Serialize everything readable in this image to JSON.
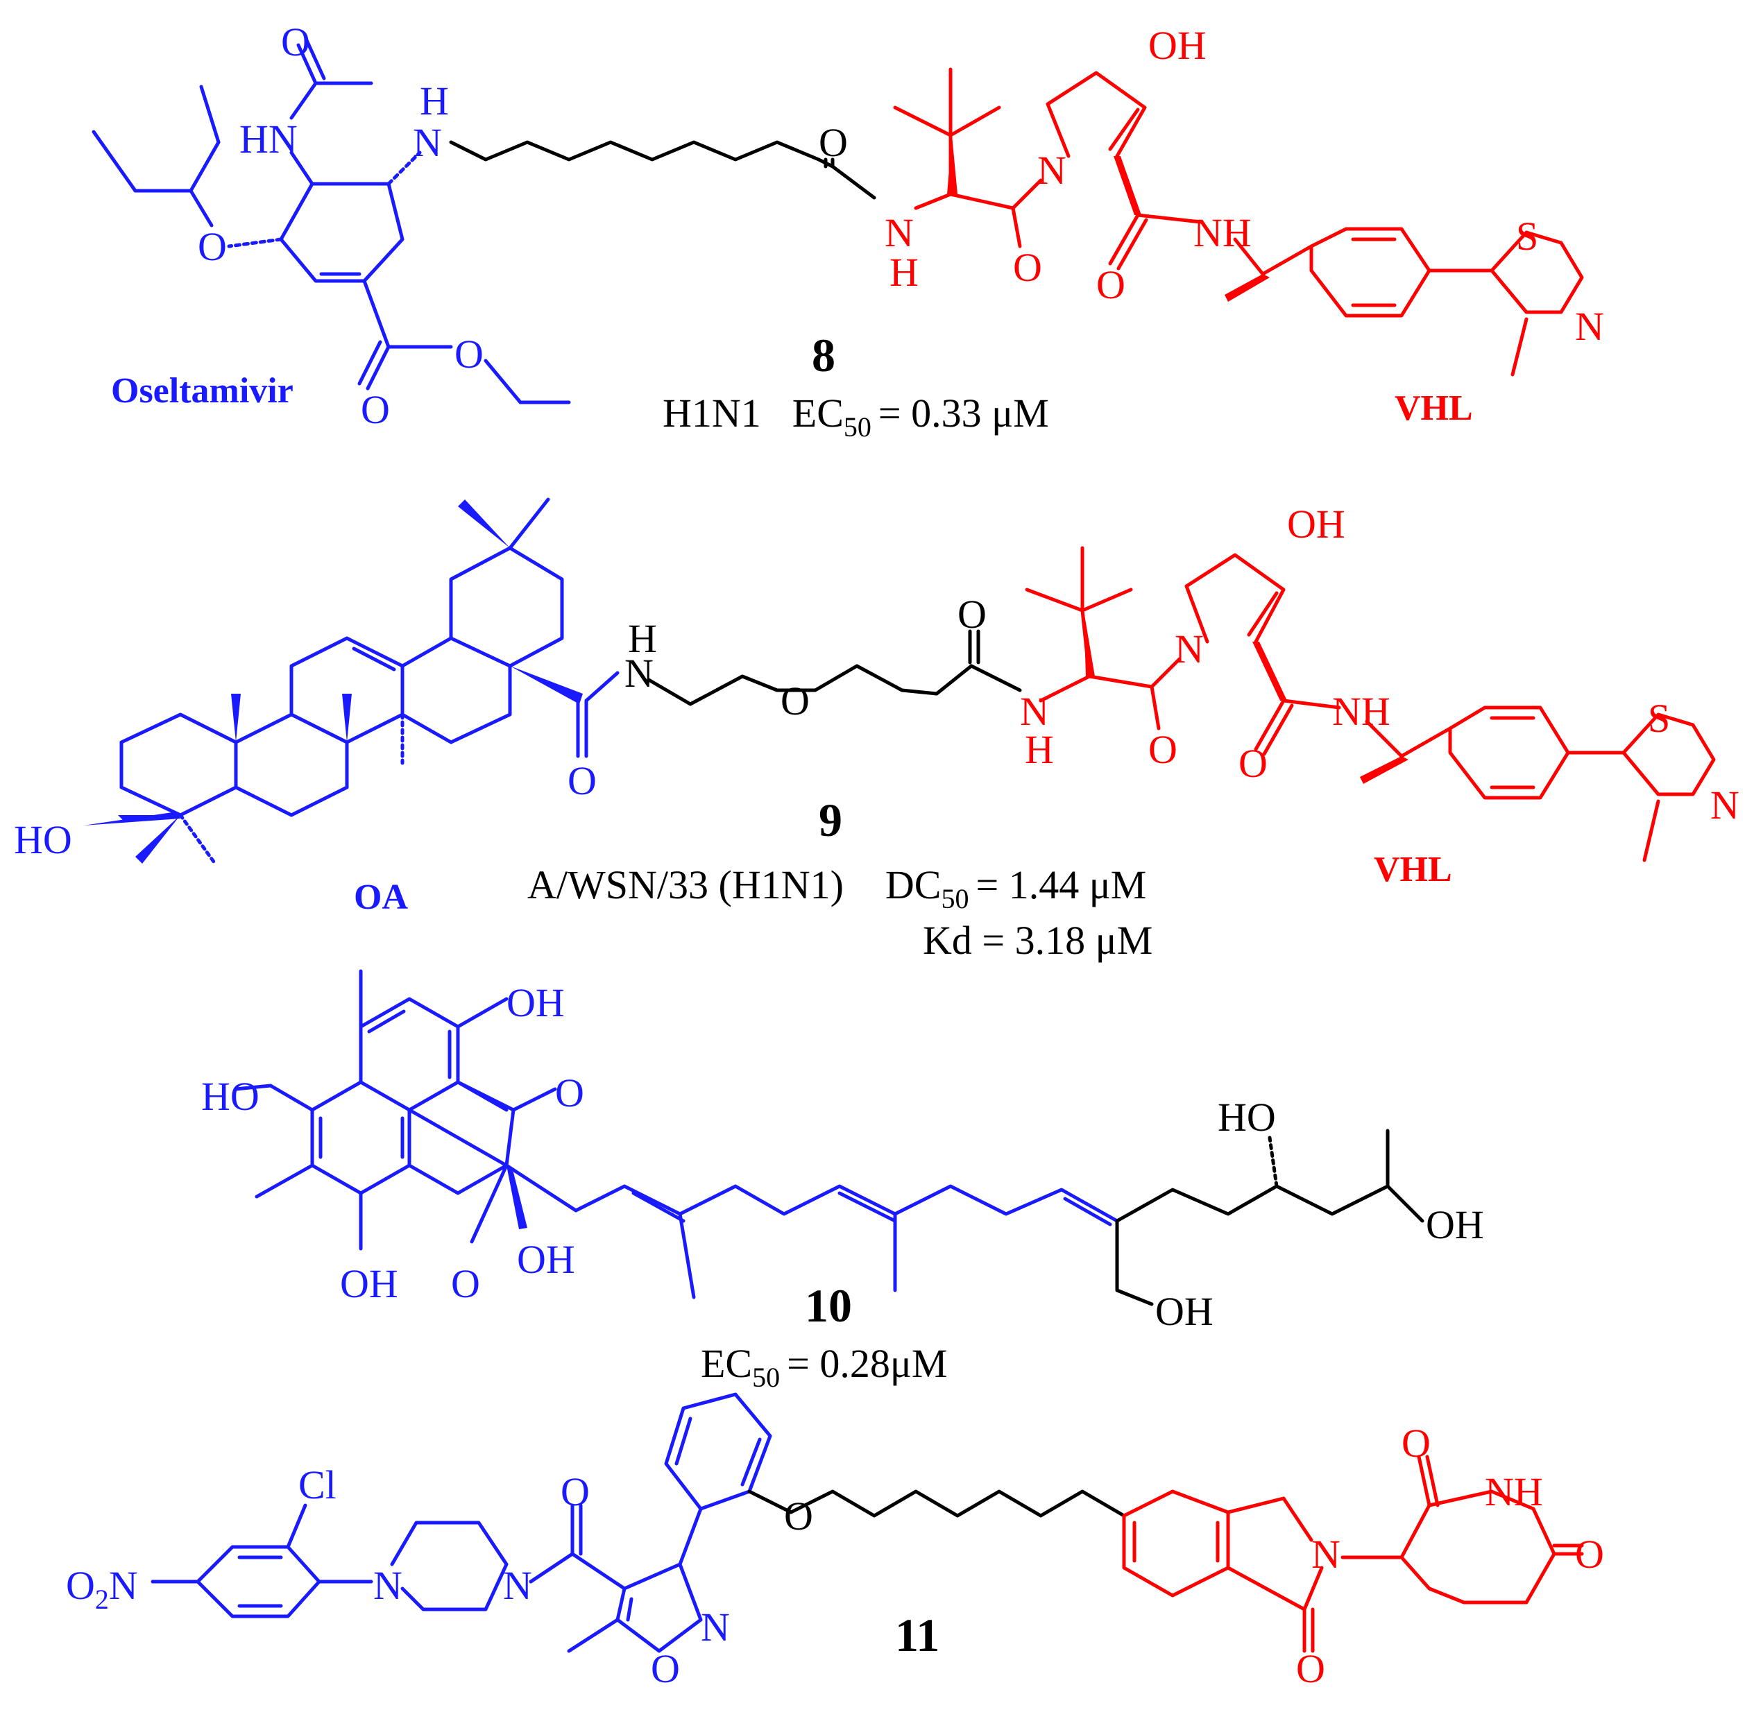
{
  "colors": {
    "warhead": "#1a1aff",
    "e3_ligand": "#ff0000",
    "linker": "#000000"
  },
  "atoms": {
    "O": "O",
    "N": "N",
    "H": "H",
    "S": "S",
    "HN": "HN",
    "NH": "NH",
    "OH": "OH",
    "HO": "HO",
    "Cl": "Cl",
    "O2N_main": "O",
    "O2N_sub": "2",
    "O2N_end": "N"
  },
  "compounds": [
    {
      "id": "8",
      "warhead_label": "Oseltamivir",
      "e3_label": "VHL",
      "activity": {
        "strain": "H1N1",
        "metric": "EC",
        "sub": "50",
        "value": "= 0.33 μM"
      }
    },
    {
      "id": "9",
      "warhead_label": "OA",
      "e3_label": "VHL",
      "activity": {
        "strain": "A/WSN/33 (H1N1)",
        "metric": "DC",
        "sub": "50",
        "value": "= 1.44 μM",
        "kd": "Kd = 3.18 μM"
      }
    },
    {
      "id": "10",
      "activity": {
        "metric": "EC",
        "sub": "50",
        "value": "= 0.28μM"
      }
    },
    {
      "id": "11"
    }
  ]
}
